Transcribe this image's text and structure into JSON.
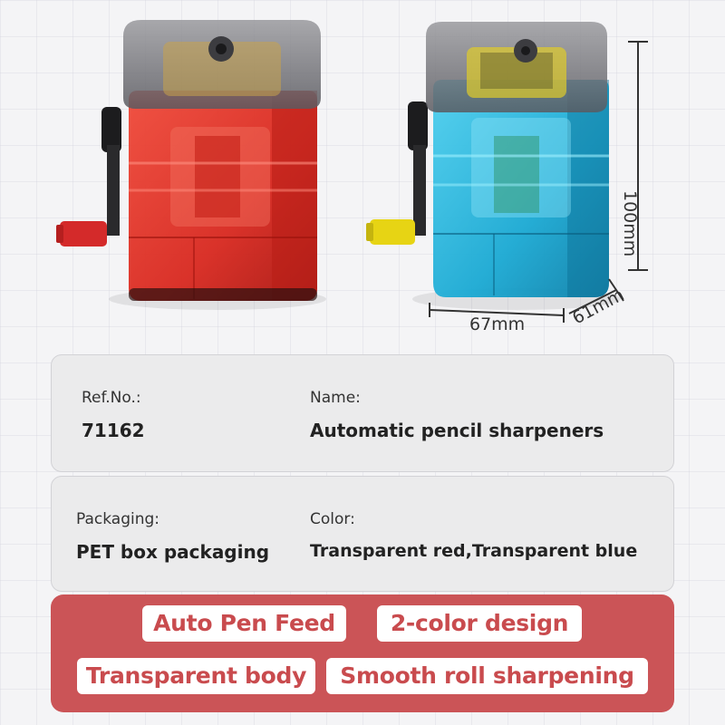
{
  "dimensions": {
    "height": "100mm",
    "width": "67mm",
    "depth": "61mm"
  },
  "product_info": {
    "ref_label": "Ref.No.:",
    "ref_value": "71162",
    "name_label": "Name:",
    "name_value": "Automatic pencil sharpeners",
    "packaging_label": "Packaging:",
    "packaging_value": "PET box packaging",
    "color_label": "Color:",
    "color_value": "Transparent red,Transparent blue"
  },
  "features": [
    "Auto Pen Feed",
    "2-color design",
    "Transparent body",
    "Smooth roll sharpening"
  ],
  "colors": {
    "accent": "#cb5457",
    "sharpener_red": "#e5342a",
    "sharpener_blue": "#1fb5dc",
    "handle_red": "#d42a2a",
    "handle_yellow": "#e7d414"
  }
}
